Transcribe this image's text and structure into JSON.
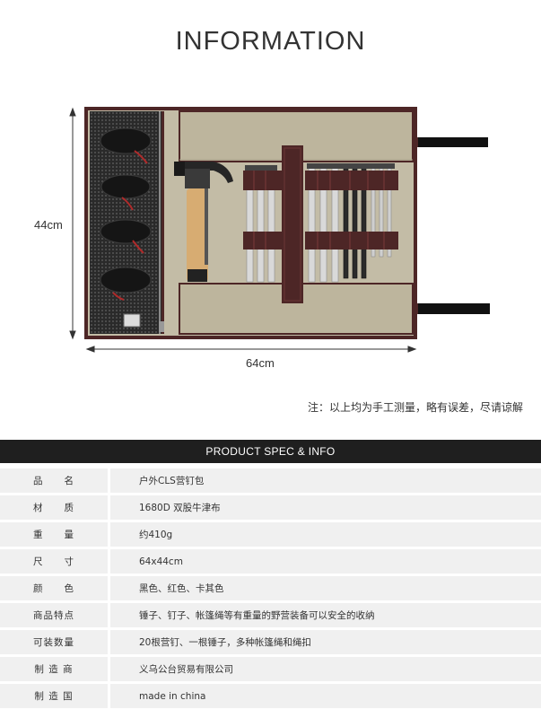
{
  "title": "INFORMATION",
  "dimensions": {
    "height": "44cm",
    "width": "64cm"
  },
  "note": "注：以上均为手工测量，略有误差，尽请谅解",
  "spec_header": "PRODUCT SPEC & INFO",
  "specs": [
    {
      "label": "品　　名",
      "value": "户外CLS营钉包"
    },
    {
      "label": "材　　质",
      "value": "1680D 双股牛津布"
    },
    {
      "label": "重　　量",
      "value": "约410g"
    },
    {
      "label": "尺　　寸",
      "value": "64x44cm"
    },
    {
      "label": "颜　　色",
      "value": "黑色、红色、卡其色"
    },
    {
      "label": "商品特点",
      "value": "锤子、钉子、帐篷绳等有重量的野营装备可以安全的收纳"
    },
    {
      "label": "可装数量",
      "value": "20根营钉、一根锤子，多种帐篷绳和绳扣"
    },
    {
      "label": "制 造 商",
      "value": "义乌公台贸易有限公司"
    },
    {
      "label": "制 造 国",
      "value": "made in china"
    }
  ],
  "colors": {
    "canvas": "#c3bca6",
    "trim": "#4d2626",
    "spec_bg": "#f0f0f0",
    "header_bg": "#1f1f1f"
  }
}
